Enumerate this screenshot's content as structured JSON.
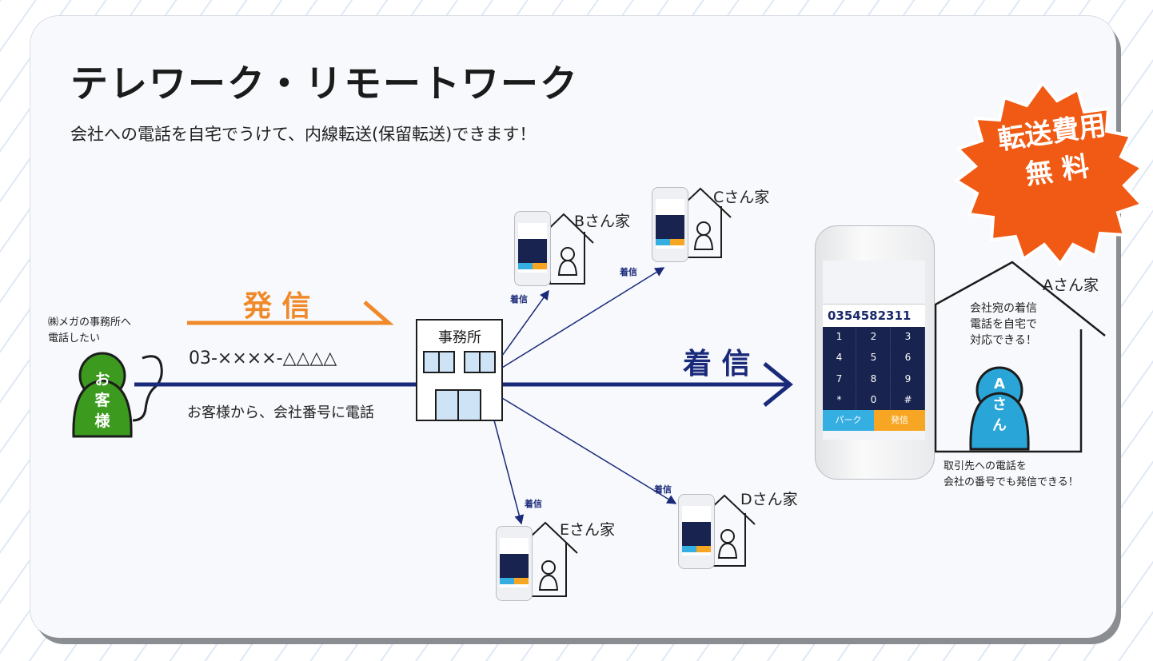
{
  "title": "テレワーク・リモートワーク",
  "subtitle": "会社への電話を自宅でうけて、内線転送(保留転送)できます！",
  "badge": {
    "line1": "転送費用",
    "line2": "無 料",
    "color": "#f05a14"
  },
  "customer": {
    "caption_line1": "㈱メガの事務所へ",
    "caption_line2": "電話したい",
    "figure_label": [
      "お",
      "客",
      "様"
    ],
    "color": "#3c9a1e"
  },
  "outgoing": {
    "label": "発 信",
    "color": "#f0892a"
  },
  "phone_number": "03-××××-△△△△",
  "call_caption": "お客様から、会社番号に電話",
  "office": {
    "label": "事務所"
  },
  "incoming": {
    "label": "着 信",
    "color": "#1a2a7a"
  },
  "small_label": "着信",
  "houses": {
    "b": "Bさん家",
    "c": "Cさん家",
    "d": "Dさん家",
    "e": "Eさん家",
    "a": "Aさん家"
  },
  "a_house": {
    "note_line1": "会社宛の着信",
    "note_line2": "電話を自宅で",
    "note_line3": "対応できる！",
    "figure_label": [
      "A",
      "さ",
      "ん"
    ],
    "figure_color": "#2aa5d8",
    "bottom_line1": "取引先への電話を",
    "bottom_line2": "会社の番号でも発信できる！"
  },
  "smartphone": {
    "number": "0354582311",
    "keys": [
      "1",
      "2",
      "3",
      "4",
      "5",
      "6",
      "7",
      "8",
      "9",
      "*",
      "0",
      "#"
    ],
    "btn_park": "パーク",
    "btn_call": "発信"
  }
}
